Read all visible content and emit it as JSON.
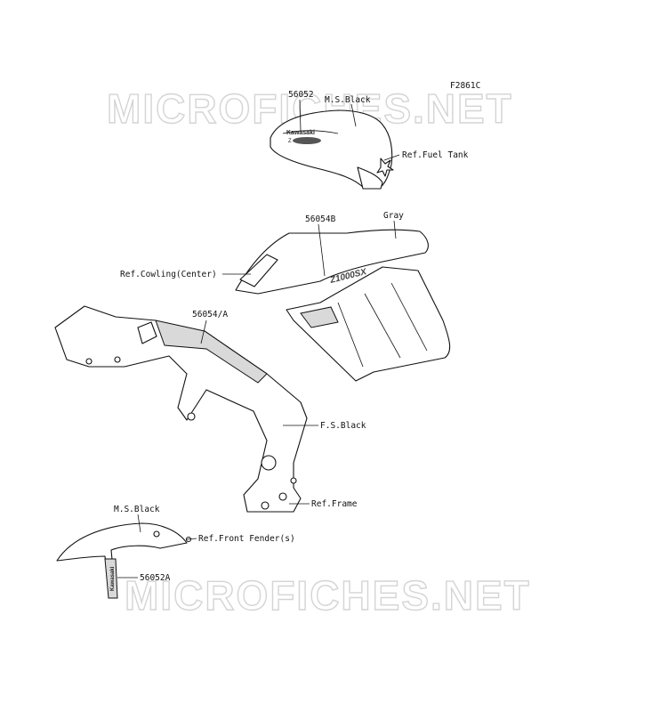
{
  "figure_code": "F2861C",
  "watermark": "MICROFICHES.NET",
  "labels": {
    "p56052": "56052",
    "ms_black_top": "M.S.Black",
    "ref_fuel_tank": "Ref.Fuel Tank",
    "p56054b": "56054B",
    "gray": "Gray",
    "ref_cowling": "Ref.Cowling(Center)",
    "p56054a": "56054/A",
    "fs_black": "F.S.Black",
    "ref_frame": "Ref.Frame",
    "ms_black_fender": "M.S.Black",
    "ref_front_fender": "Ref.Front Fender(s)",
    "p56052a": "56052A"
  },
  "decal_text": {
    "tank_logo": "Kawasaki",
    "tank_model": "Z",
    "cowl_model": "Z1000SX",
    "fender_logo": "Kawasaki"
  }
}
